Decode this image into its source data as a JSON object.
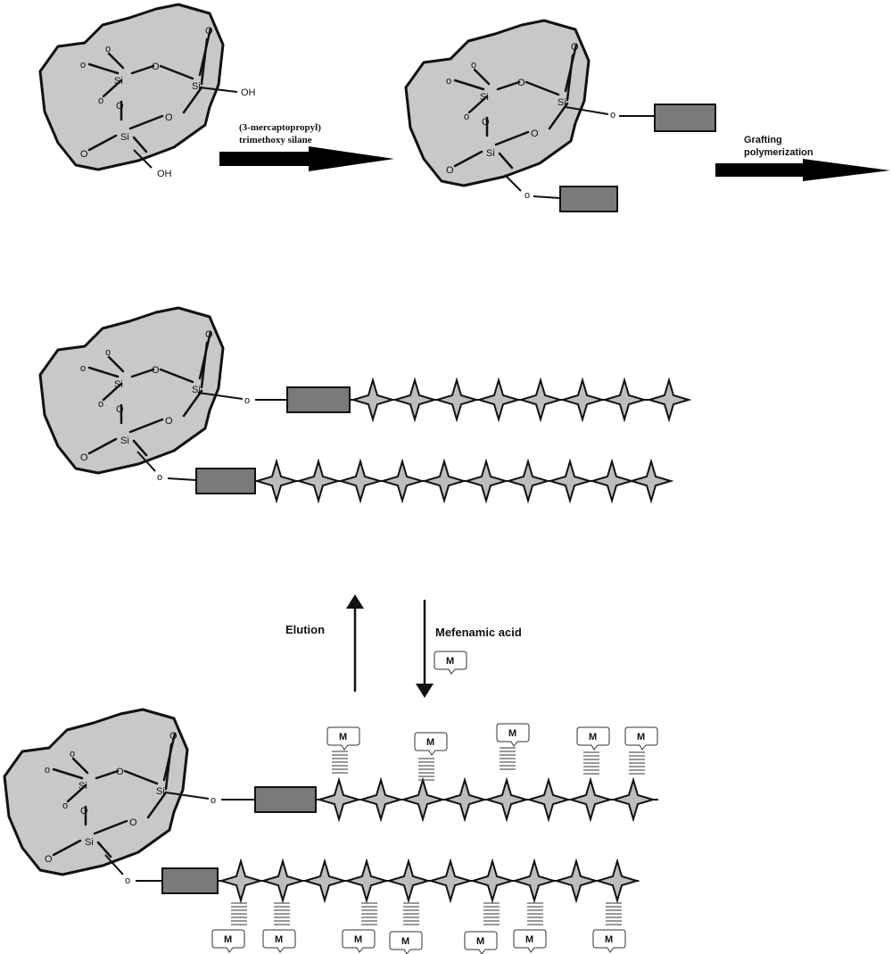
{
  "atoms": {
    "si": "Si",
    "o": "O",
    "oh": "OH",
    "small_o": "o"
  },
  "labels": {
    "step1_line1": "(3-mercaptopropyl)",
    "step1_line2": "trimethoxy silane",
    "step2_line1": "Grafting",
    "step2_line2": "polymerization",
    "elution": "Elution",
    "mefenamic_acid": "Mefenamic acid",
    "template": "M"
  },
  "colors": {
    "particle_fill": "#c8c8c8",
    "linker_fill": "#7a7a7a",
    "monomer_fill": "#bdbdbd",
    "stroke": "#111111"
  },
  "icons": [
    "silica-particle-icon",
    "silane-linker-icon",
    "monomer-star-icon",
    "template-molecule-icon",
    "hydrogen-bond-icon",
    "reaction-arrow-icon"
  ]
}
